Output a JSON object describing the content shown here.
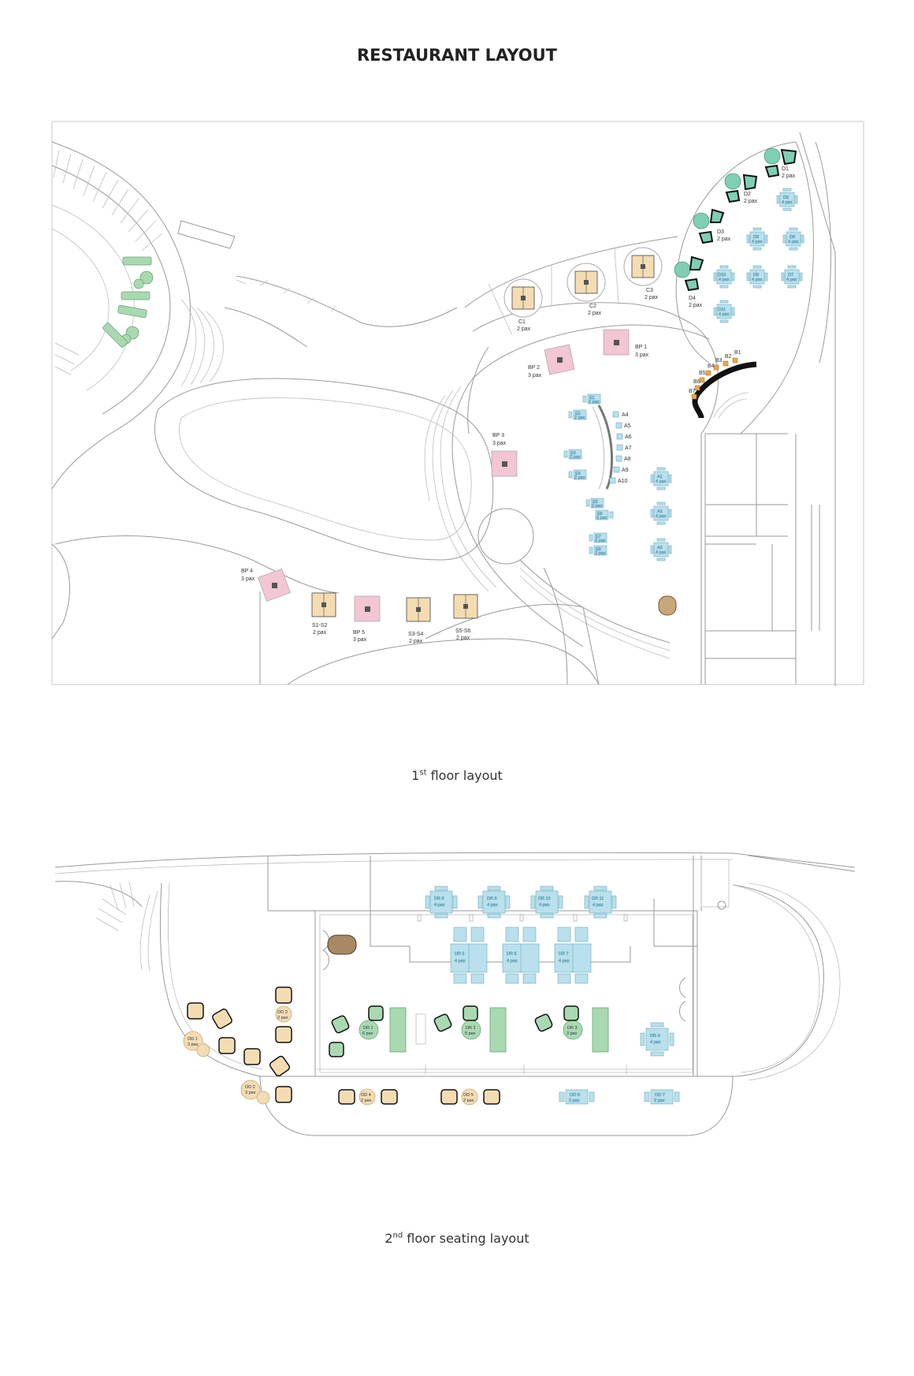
{
  "title": "RESTAURANT LAYOUT",
  "floor1": {
    "caption_num": "1",
    "caption_sup": "st",
    "caption_text": " floor layout",
    "labels": {
      "D1": "D1",
      "D2": "D2",
      "D3": "D3",
      "D4": "D4",
      "pax2": "2 pax",
      "pax3": "3 pax",
      "pax4": "4 pax",
      "D5": "D5",
      "D6": "D6",
      "D7": "D7",
      "D8": "D8",
      "D9": "D9",
      "D10": "D10",
      "D11": "D11",
      "C1": "C1",
      "C2": "C2",
      "C3": "C3",
      "BP1": "BP 1",
      "BP2": "BP 2",
      "BP3": "BP 3",
      "BP4": "BP 4",
      "BP5": "BP 5",
      "B1": "B1",
      "B2": "B2",
      "B3": "B3",
      "B4": "B4",
      "B5": "B5",
      "B6": "B6",
      "B7": "B7",
      "A1": "A1",
      "A2": "A2",
      "A3": "A3",
      "A4": "A4",
      "A5": "A5",
      "A6": "A6",
      "A7": "A7",
      "A8": "A8",
      "A9": "A9",
      "A10": "A10",
      "E1": "E1",
      "E2": "E2",
      "E3": "E3",
      "E4": "E4",
      "E5": "E5",
      "E6": "E6",
      "E7": "E7",
      "E8": "E8",
      "S1S2": "S1-S2",
      "S3S4": "S3-S4",
      "S5S6": "S5-S6"
    }
  },
  "floor2": {
    "caption_num": "2",
    "caption_sup": "nd",
    "caption_text": " floor seating layout",
    "labels": {
      "DR1": "DR 1",
      "DR2": "DR 2",
      "DR3": "DR 3",
      "DR4": "DR 4",
      "DR5": "DR 5",
      "DR6": "DR 6",
      "DR7": "DR 7",
      "DR8": "DR 8",
      "DR9": "DR 9",
      "DR10": "DR 10",
      "DR11": "DR 11",
      "OD1": "OD 1",
      "OD2": "OD 2",
      "OD3": "OD 3",
      "OD4": "OD 4",
      "OD5": "OD 5",
      "OD6": "OD 6",
      "OD7": "OD 7",
      "pax2": "2 pax",
      "pax3": "3 pax",
      "pax4": "4 pax",
      "pax5": "5 pax",
      "pax6": "6 pax"
    }
  },
  "colors": {
    "green_seat": "#a9d9b0",
    "teal_seat": "#7fcfb4",
    "blue_table": "#b9e0ec",
    "pink_table": "#f2c6d3",
    "tan_table": "#f4dcb2",
    "orange_bar": "#e9a84a"
  }
}
